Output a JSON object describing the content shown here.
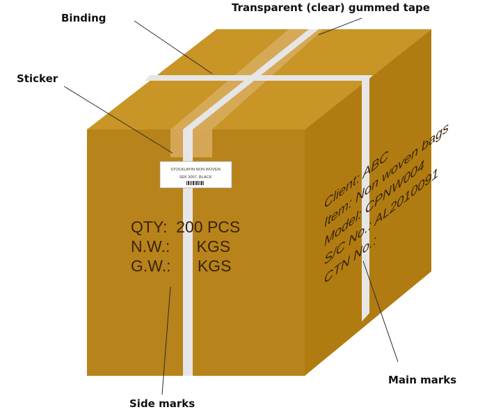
{
  "labels": {
    "binding": "Binding",
    "tape": "Transparent (clear) gummed tape",
    "sticker": "Sticker",
    "main_marks": "Main marks",
    "side_marks": "Side marks"
  },
  "front_marks": {
    "qty": "QTY:  200 PCS",
    "nw": "N.W.:      KGS",
    "gw": "G.W.:      KGS"
  },
  "side_marks_text": {
    "client": "Client: ABC",
    "item": "Item: Non woven bags",
    "model": "Model: CPNW004",
    "sc": "S/C No.: AL2010091",
    "ctn": "CTN No.:"
  },
  "sticker": {
    "line1": "STOCKLAYIN NON WOVEN",
    "line2": "SEK 3007. BLACK"
  },
  "colors": {
    "box_front": "#b8831a",
    "box_side": "#b07c12",
    "box_top": "#c89526",
    "strap": "#e6e6e6",
    "tape": "#d8ad60"
  }
}
